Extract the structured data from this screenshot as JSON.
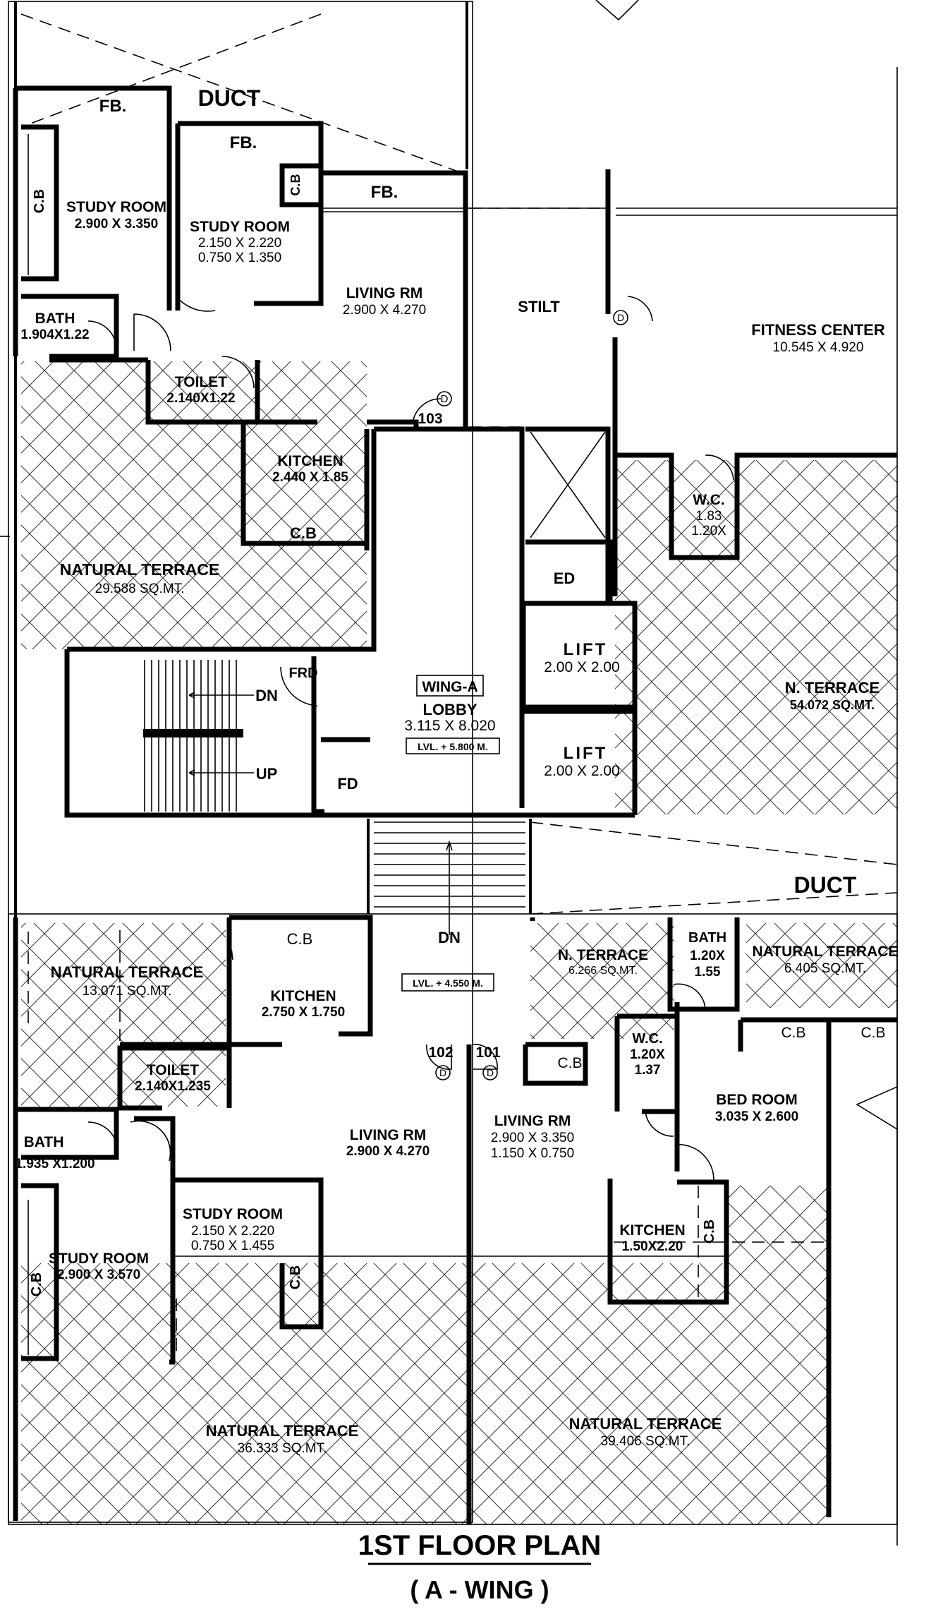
{
  "title": "1ST FLOOR PLAN",
  "subtitle": "( A - WING )",
  "ducts": [
    "DUCT",
    "DUCT"
  ],
  "lobby": {
    "tag": "WING-A",
    "name": "LOBBY",
    "size": "3.115 X 8.020",
    "level": "LVL. + 5.800 M.",
    "landing_level": "LVL. + 4.550 M."
  },
  "stair_labels": {
    "dn_top": "DN",
    "up": "UP",
    "dn_lobby": "DN"
  },
  "lifts": [
    {
      "label": "LIFT",
      "size": "2.00 X 2.00"
    },
    {
      "label": "LIFT",
      "size": "2.00 X 2.00"
    }
  ],
  "misc": {
    "stilt": "STILT",
    "ed": "ED",
    "fd": "FD",
    "frd": "FRD"
  },
  "flat_103": {
    "number": "103",
    "door": "D",
    "fb": [
      "FB.",
      "FB.",
      "FB."
    ],
    "study_room_1": {
      "name": "STUDY ROOM",
      "size": "2.900 X 3.350"
    },
    "study_room_2": {
      "name": "STUDY ROOM",
      "size_1": "2.150 X 2.220",
      "size_2": "0.750 X 1.350"
    },
    "living": {
      "name": "LIVING RM",
      "size": "2.900 X 4.270"
    },
    "bath": {
      "name": "BATH",
      "size": "1.904X1.22"
    },
    "toilet": {
      "name": "TOILET",
      "size": "2.140X1.22"
    },
    "kitchen": {
      "name": "KITCHEN",
      "size": "2.440 X 1.85"
    },
    "cb": [
      "C.B",
      "C.B",
      "C.B"
    ],
    "terrace": {
      "name": "NATURAL TERRACE",
      "area": "29.588 SQ.MT."
    }
  },
  "fitness": {
    "name": "FITNESS CENTER",
    "size": "10.545 X 4.920",
    "door": "D"
  },
  "wc_top": {
    "name": "W.C.",
    "size_1": "1.83",
    "size_2": "1.20X"
  },
  "n_terrace_top": {
    "name": "N. TERRACE",
    "area": "54.072 SQ.MT."
  },
  "flat_102": {
    "number": "102",
    "door": "D",
    "terrace_top": {
      "name": "NATURAL TERRACE",
      "area": "13.071 SQ.MT."
    },
    "kitchen": {
      "name": "KITCHEN",
      "size": "2.750 X 1.750"
    },
    "cb": [
      "C.B",
      "C.B",
      "C.B"
    ],
    "toilet": {
      "name": "TOILET",
      "size": "2.140X1.235"
    },
    "bath": {
      "name": "BATH",
      "size": "1.935 X1.200"
    },
    "living": {
      "name": "LIVING RM",
      "size": "2.900 X 4.270"
    },
    "study_room_2": {
      "name": "STUDY ROOM",
      "size_1": "2.150 X 2.220",
      "size_2": "0.750 X 1.455"
    },
    "study_room_1": {
      "name": "STUDY ROOM",
      "size": "2.900 X 3.570"
    },
    "terrace_bottom": {
      "name": "NATURAL TERRACE",
      "area": "36.333 SQ.MT."
    }
  },
  "flat_101": {
    "number": "101",
    "door": "D",
    "n_terrace": {
      "name": "N. TERRACE",
      "area": "6.266 SQ.MT."
    },
    "bath": {
      "name": "BATH",
      "size_1": "1.20X",
      "size_2": "1.55"
    },
    "terrace_top": {
      "name": "NATURAL TERRACE",
      "area": "6.405 SQ.MT."
    },
    "wc": {
      "name": "W.C.",
      "size_1": "1.20X",
      "size_2": "1.37"
    },
    "cb": [
      "C.B",
      "C.B",
      "C.B",
      "C.B"
    ],
    "bed_room": {
      "name": "BED ROOM",
      "size": "3.035 X 2.600"
    },
    "living": {
      "name": "LIVING RM",
      "size_1": "2.900 X 3.350",
      "size_2": "1.150 X 0.750"
    },
    "kitchen": {
      "name": "KITCHEN",
      "size": "1.50X2.20"
    },
    "terrace_bottom": {
      "name": "NATURAL TERRACE",
      "area": "39.406 SQ.MT."
    }
  }
}
